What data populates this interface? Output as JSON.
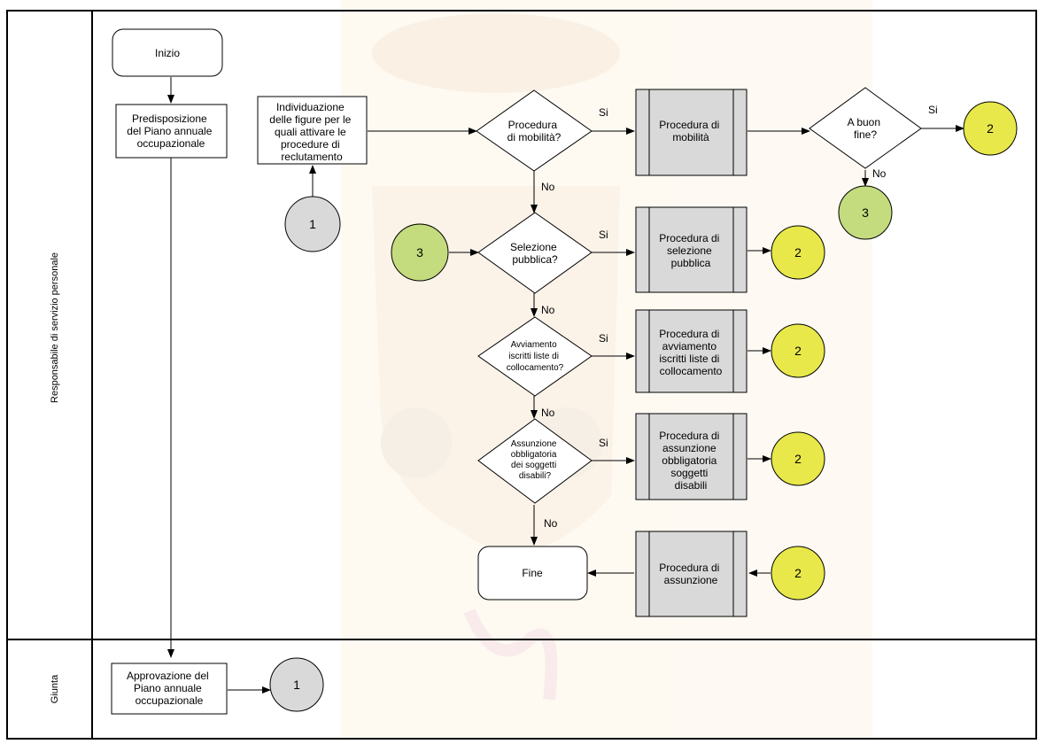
{
  "colors": {
    "start_end_fill": "#ffffff",
    "process_fill": "#ffffff",
    "subprocess_fill": "#d9d9d9",
    "decision_fill": "#ffffff",
    "connector_grey": "#d9d9d9",
    "connector_green": "#c4dc7e",
    "connector_yellow": "#e8e84a",
    "line": "#000000",
    "watermark": "#f1cc9a"
  },
  "lanes": {
    "main": "Responsabile di servizio personale",
    "giunta": "Giunta"
  },
  "nodes": {
    "inizio": "Inizio",
    "predisposizione": [
      "Predisposizione",
      "del Piano annuale",
      "occupazionale"
    ],
    "individuazione": [
      "Individuazione",
      "delle figure per le",
      "quali attivare le",
      "procedure di",
      "reclutamento"
    ],
    "dec_mobilita": [
      "Procedura",
      "di mobilità?"
    ],
    "proc_mobilita": [
      "Procedura di",
      "mobilità"
    ],
    "dec_buon_fine": [
      "A buon",
      "fine?"
    ],
    "dec_selezione": [
      "Selezione",
      "pubblica?"
    ],
    "proc_selezione": [
      "Procedura di",
      "selezione",
      "pubblica"
    ],
    "dec_avviamento": [
      "Avviamento",
      "iscritti liste di",
      "collocamento?"
    ],
    "proc_avviamento": [
      "Procedura di",
      "avviamento",
      "iscritti liste di",
      "collocamento"
    ],
    "dec_assunzione_obb": [
      "Assunzione",
      "obbligatoria",
      "dei soggetti",
      "disabili?"
    ],
    "proc_assunzione_obb": [
      "Procedura di",
      "assunzione",
      "obbligatoria",
      "soggetti",
      "disabili"
    ],
    "fine": "Fine",
    "proc_assunzione": [
      "Procedura di",
      "assunzione"
    ],
    "approvazione": [
      "Approvazione del",
      "Piano annuale",
      "occupazionale"
    ]
  },
  "connectors": {
    "c1_main": "1",
    "c2_mobilita": "2",
    "c3_mobilita": "3",
    "c3_selezione": "3",
    "c2_selezione": "2",
    "c2_avviamento": "2",
    "c2_assunzione_obb": "2",
    "c2_assunzione": "2",
    "c1_giunta": "1"
  },
  "edge_labels": {
    "si_mobilita": "Si",
    "no_mobilita": "No",
    "si_buon_fine": "Si",
    "no_buon_fine": "No",
    "si_selezione": "Si",
    "no_selezione": "No",
    "si_avviamento": "Si",
    "no_avviamento": "No",
    "si_assunzione_obb": "Si",
    "no_assunzione_obb": "No"
  }
}
